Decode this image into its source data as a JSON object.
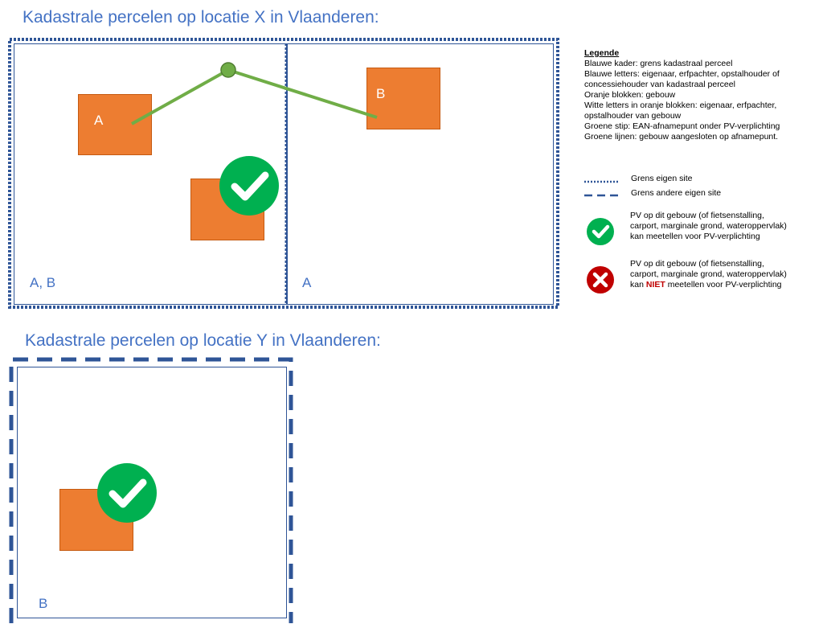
{
  "section_x": {
    "title": "Kadastrale percelen op locatie X in Vlaanderen:",
    "parcel_left_owners": "A, B",
    "parcel_right_owners": "A",
    "building_a_label": "A",
    "building_b_label": "B"
  },
  "section_y": {
    "title": "Kadastrale percelen op locatie Y in Vlaanderen:",
    "parcel_owner": "B"
  },
  "legend": {
    "title": "Legende",
    "lines": [
      "Blauwe kader: grens kadastraal perceel",
      "Blauwe letters: eigenaar, erfpachter, opstalhouder of",
      "concessiehouder van kadastraal perceel",
      "Oranje blokken: gebouw",
      "Witte letters in oranje blokken: eigenaar, erfpachter,",
      "opstalhouder van gebouw",
      "Groene stip:  EAN-afnamepunt onder PV-verplichting",
      "Groene lijnen: gebouw aangesloten op afnamepunt."
    ],
    "dotted_label": "Grens eigen site",
    "dashed_label": "Grens andere eigen site",
    "check_lines": [
      "PV op dit gebouw (of fietsenstalling,",
      "carport, marginale grond, wateroppervlak)",
      "kan meetellen voor PV-verplichting"
    ],
    "cross_line1": "PV op dit gebouw (of fietsenstalling,",
    "cross_line2": "carport, marginale grond, wateroppervlak)",
    "cross_line3_pre": "kan ",
    "cross_line3_niet": "NIET",
    "cross_line3_post": " meetellen voor PV-verplichting"
  },
  "colors": {
    "parcel_border": "#2f5597",
    "text_blue": "#4472c4",
    "building": "#ed7d31",
    "green_line": "#70ad47",
    "check_green": "#00b050",
    "cross_red": "#c00000"
  },
  "icons": {
    "check": "check-circle-icon",
    "cross": "cross-circle-icon"
  }
}
